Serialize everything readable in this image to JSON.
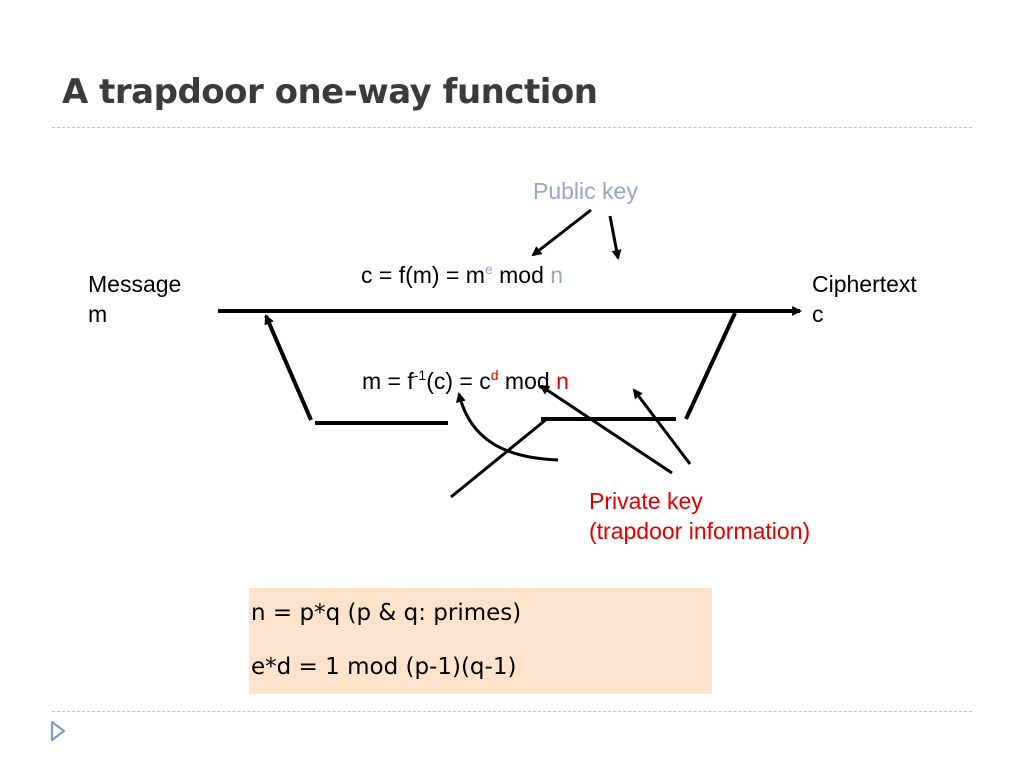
{
  "title": "A trapdoor one-way function",
  "message": {
    "line1": "Message",
    "line2": "m"
  },
  "ciphertext": {
    "line1": "Ciphertext",
    "line2": "c"
  },
  "public_key_label": "Public key",
  "encrypt_formula": {
    "lhs": "c = f(m) = m",
    "exp": "e",
    "mod": " mod ",
    "modulus": "n"
  },
  "decrypt_formula": {
    "pre": "m = f",
    "inv": "-1",
    "mid": "(c) = c",
    "exp": "d",
    "mod": " mod ",
    "modulus": "n"
  },
  "private_key": {
    "line1": "Private key",
    "line2": "(trapdoor information)"
  },
  "equations": {
    "line1": "n = p*q (p & q: primes)",
    "line2": "e*d = 1 mod (p-1)(q-1)"
  },
  "colors": {
    "public": "#92a9c6",
    "private": "#e00000",
    "box": "#fde3cc",
    "rule": "#b9c4cf",
    "nav": "#7f9ec0"
  }
}
